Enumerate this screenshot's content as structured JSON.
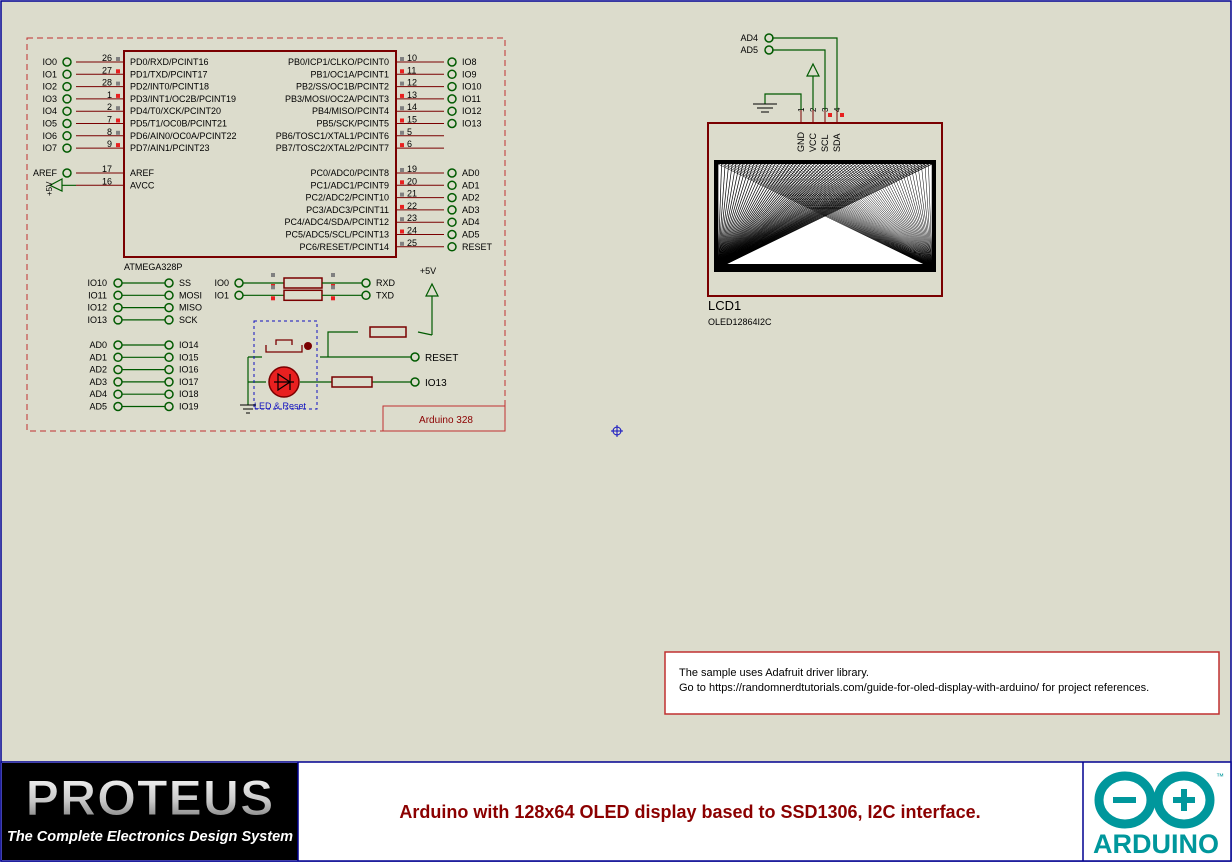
{
  "colors": {
    "sheet": "#dcdccc",
    "border": "#000090",
    "component_body": "#7a0000",
    "wire": "#005a00",
    "terminal": "#005a00",
    "pin_red": "#e82020",
    "pin_gray": "#808080",
    "label": "#000000",
    "module_box": "#c03030",
    "title_text": "#8b0000",
    "selection": "#1010c0",
    "arduino_teal": "#00979c"
  },
  "mcu": {
    "name": "ATMEGA328P",
    "left_pins": [
      {
        "num": "26",
        "pin": "PD0/RXD/PCINT16",
        "net": "IO0"
      },
      {
        "num": "27",
        "pin": "PD1/TXD/PCINT17",
        "net": "IO1"
      },
      {
        "num": "28",
        "pin": "PD2/INT0/PCINT18",
        "net": "IO2"
      },
      {
        "num": "1",
        "pin": "PD3/INT1/OC2B/PCINT19",
        "net": "IO3"
      },
      {
        "num": "2",
        "pin": "PD4/T0/XCK/PCINT20",
        "net": "IO4"
      },
      {
        "num": "7",
        "pin": "PD5/T1/OC0B/PCINT21",
        "net": "IO5"
      },
      {
        "num": "8",
        "pin": "PD6/AIN0/OC0A/PCINT22",
        "net": "IO6"
      },
      {
        "num": "9",
        "pin": "PD7/AIN1/PCINT23",
        "net": "IO7"
      }
    ],
    "left_pins2": [
      {
        "num": "17",
        "pin": "AREF",
        "net": "AREF"
      },
      {
        "num": "16",
        "pin": "AVCC",
        "net": "+5V"
      }
    ],
    "right_pins": [
      {
        "num": "10",
        "pin": "PB0/ICP1/CLKO/PCINT0",
        "net": "IO8"
      },
      {
        "num": "11",
        "pin": "PB1/OC1A/PCINT1",
        "net": "IO9"
      },
      {
        "num": "12",
        "pin": "PB2/SS/OC1B/PCINT2",
        "net": "IO10"
      },
      {
        "num": "13",
        "pin": "PB3/MOSI/OC2A/PCINT3",
        "net": "IO11"
      },
      {
        "num": "14",
        "pin": "PB4/MISO/PCINT4",
        "net": "IO12"
      },
      {
        "num": "15",
        "pin": "PB5/SCK/PCINT5",
        "net": "IO13"
      },
      {
        "num": "5",
        "pin": "PB6/TOSC1/XTAL1/PCINT6",
        "net": ""
      },
      {
        "num": "6",
        "pin": "PB7/TOSC2/XTAL2/PCINT7",
        "net": ""
      }
    ],
    "right_pins2": [
      {
        "num": "19",
        "pin": "PC0/ADC0/PCINT8",
        "net": "AD0"
      },
      {
        "num": "20",
        "pin": "PC1/ADC1/PCINT9",
        "net": "AD1"
      },
      {
        "num": "21",
        "pin": "PC2/ADC2/PCINT10",
        "net": "AD2"
      },
      {
        "num": "22",
        "pin": "PC3/ADC3/PCINT11",
        "net": "AD3"
      },
      {
        "num": "23",
        "pin": "PC4/ADC4/SDA/PCINT12",
        "net": "AD4"
      },
      {
        "num": "24",
        "pin": "PC5/ADC5/SCL/PCINT13",
        "net": "AD5"
      },
      {
        "num": "25",
        "pin": "PC6/RESET/PCINT14",
        "net": "RESET"
      }
    ]
  },
  "spi_aliases": [
    {
      "left": "IO10",
      "right": "SS"
    },
    {
      "left": "IO11",
      "right": "MOSI"
    },
    {
      "left": "IO12",
      "right": "MISO"
    },
    {
      "left": "IO13",
      "right": "SCK"
    }
  ],
  "analog_aliases": [
    {
      "left": "AD0",
      "right": "IO14"
    },
    {
      "left": "AD1",
      "right": "IO15"
    },
    {
      "left": "AD2",
      "right": "IO16"
    },
    {
      "left": "AD3",
      "right": "IO17"
    },
    {
      "left": "AD4",
      "right": "IO18"
    },
    {
      "left": "AD5",
      "right": "IO19"
    }
  ],
  "serial": [
    {
      "left": "IO0",
      "right": "RXD"
    },
    {
      "left": "IO1",
      "right": "TXD"
    }
  ],
  "reset_block": {
    "supply": "+5V",
    "reset_net": "RESET",
    "led_net": "IO13",
    "group_label": "LED & Reset"
  },
  "module_label": "Arduino 328",
  "oled": {
    "ref": "LCD1",
    "part": "OLED12864I2C",
    "pins": [
      {
        "num": "1",
        "name": "GND"
      },
      {
        "num": "2",
        "name": "VCC"
      },
      {
        "num": "3",
        "name": "SCL"
      },
      {
        "num": "4",
        "name": "SDA"
      }
    ],
    "nets": [
      "AD4",
      "AD5"
    ]
  },
  "note": {
    "line1": "The sample uses Adafruit driver library.",
    "line2": "Go to https://randomnerdtutorials.com/guide-for-oled-display-with-arduino/ for project references."
  },
  "title_block": {
    "logo_main": "PROTEUS",
    "logo_sub": "The Complete Electronics Design System",
    "title": "Arduino with 128x64 OLED display based to SSD1306,  I2C interface.",
    "arduino_logo": "ARDUINO",
    "tm": "™"
  }
}
